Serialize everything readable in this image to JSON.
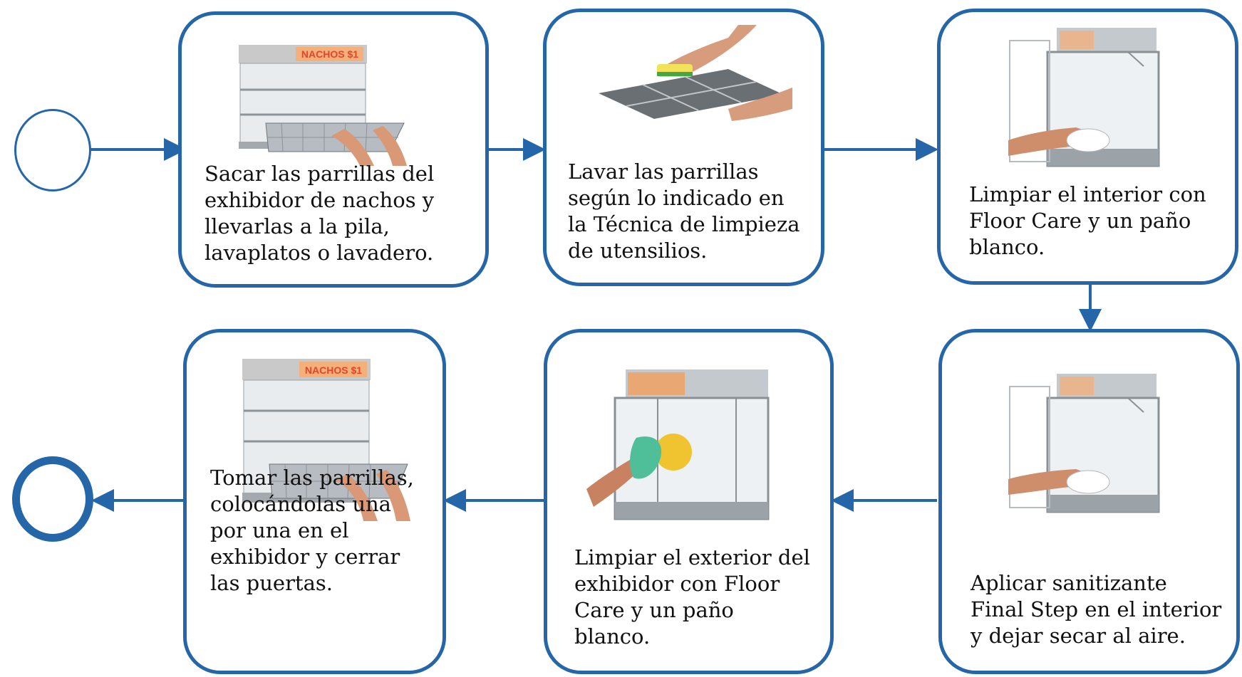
{
  "colors": {
    "accent": "#2466a8",
    "text": "#111111"
  },
  "start_node": {},
  "end_node": {},
  "steps": [
    {
      "text": "Sacar las parrillas del\nexhibidor de nachos y\nllevarlas a la pila,\nlavaplatos o lavadero.",
      "image_label": "NACHOS $1"
    },
    {
      "text": "Lavar las parrillas\nsegún lo indicado en\nla Técnica de limpieza\nde utensilios."
    },
    {
      "text": "Limpiar el interior con\nFloor Care y un paño\nblanco."
    },
    {
      "text": "Aplicar sanitizante\nFinal Step en el interior\ny dejar secar al aire."
    },
    {
      "text": "Limpiar el exterior del\nexhibidor con Floor\nCare  y  un paño\nblanco."
    },
    {
      "text": "Tomar las parrillas,\ncolocándolas una\npor una en el\nexhibidor   y cerrar\nlas puertas.",
      "image_label": "NACHOS $1"
    }
  ]
}
